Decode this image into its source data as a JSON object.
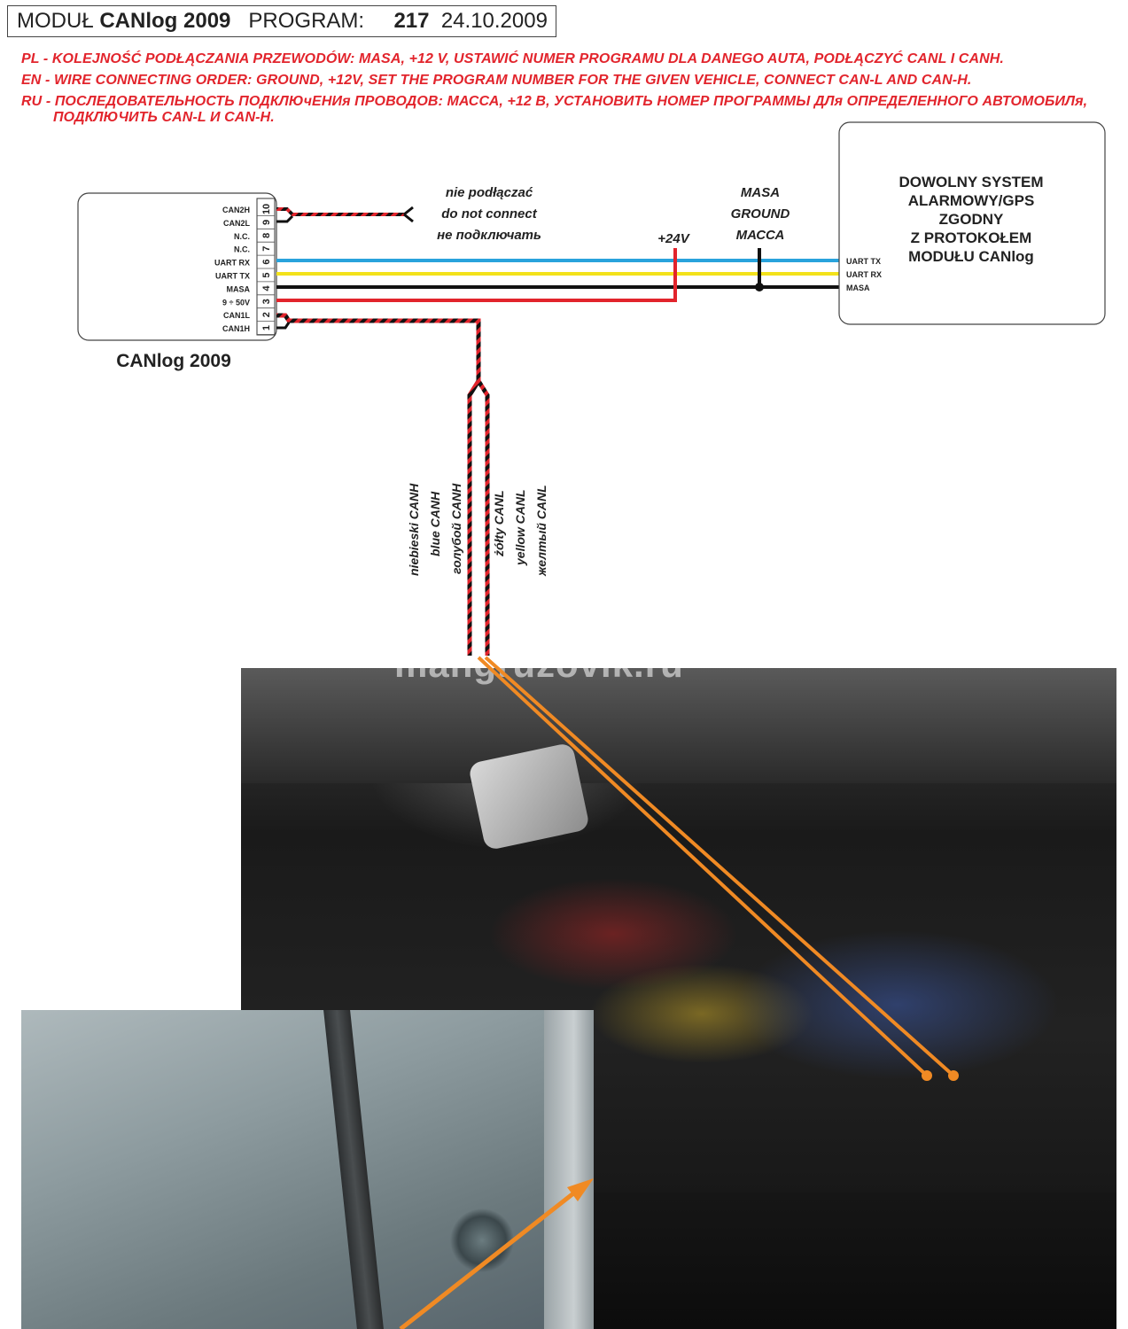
{
  "header": {
    "modul_label": "MODUŁ",
    "module_name": "CANlog 2009",
    "program_label": "PROGRAM:",
    "program_number": "217",
    "date": "24.10.2009"
  },
  "instructions": [
    "PL - KOLEJNOŚĆ PODŁĄCZANIA PRZEWODÓW: MASA, +12 V, USTAWIĆ NUMER PROGRAMU DLA DANEGO AUTA, PODŁĄCZYĆ CANL I CANH.",
    "EN - WIRE CONNECTING ORDER: GROUND, +12V, SET THE PROGRAM NUMBER FOR THE GIVEN VEHICLE, CONNECT CAN-L AND CAN-H.",
    "RU - ПОСЛЕДОВАТЕЛЬНОСТЬ ПОДКЛЮчЕНИя ПРОВОДОВ: МАССА, +12 В, УСТАНОВИТЬ НОМЕР ПРОГРАММЫ ДЛя ОПРЕДЕЛЕННОГО АВТОМОБИЛя,",
    "ПОДКЛЮЧИТЬ CAN-L И CAN-H."
  ],
  "module": {
    "caption": "CANlog 2009",
    "pins": [
      {
        "number": "10",
        "label": "CAN2H"
      },
      {
        "number": "9",
        "label": "CAN2L"
      },
      {
        "number": "8",
        "label": "N.C."
      },
      {
        "number": "7",
        "label": "N.C."
      },
      {
        "number": "6",
        "label": "UART RX"
      },
      {
        "number": "5",
        "label": "UART TX"
      },
      {
        "number": "4",
        "label": "MASA"
      },
      {
        "number": "3",
        "label": "9 ÷ 50V"
      },
      {
        "number": "2",
        "label": "CAN1L"
      },
      {
        "number": "1",
        "label": "CAN1H"
      }
    ]
  },
  "alarm_system": {
    "lines": [
      "DOWOLNY SYSTEM",
      "ALARMOWY/GPS",
      "ZGODNY",
      "Z PROTOKOŁEM",
      "MODUŁU CANlog"
    ],
    "pins": [
      "UART TX",
      "UART RX",
      "MASA"
    ]
  },
  "labels": {
    "not_connect": [
      "nie podłączać",
      "do not connect",
      "не подключать"
    ],
    "plus24": "+24V",
    "ground": [
      "MASA",
      "GROUND",
      "МАССА"
    ],
    "canh": [
      "niebieski CANH",
      "blue CANH",
      "голубой CANH"
    ],
    "canl": [
      "żółty CANL",
      "yellow CANL",
      "желтый CANL"
    ]
  },
  "watermark": "mangruzovik.ru",
  "colors": {
    "red": "#e2242c",
    "blue": "#29a3dc",
    "yellow": "#f3e21a",
    "black": "#111111",
    "orange": "#f08a24"
  }
}
